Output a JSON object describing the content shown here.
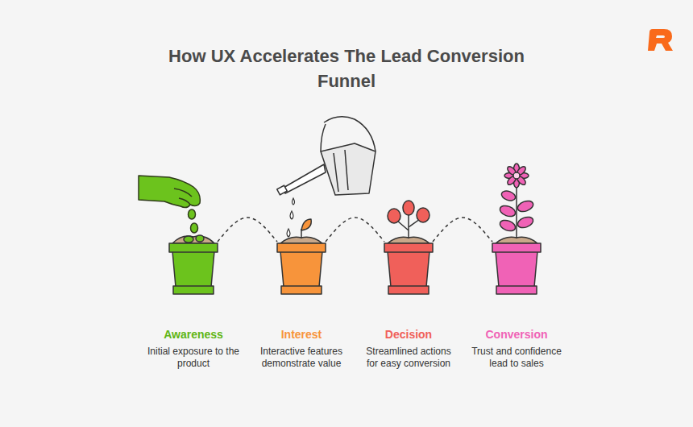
{
  "diagram": {
    "title": "How UX Accelerates The Lead Conversion Funnel",
    "nodes": [
      {
        "text": [
          "Awareness",
          "Initial exposure to the product"
        ]
      },
      {
        "text": [
          "Interest",
          "Interactive features demonstrate value"
        ]
      },
      {
        "text": [
          "Decision",
          "Streamlined actions for easy conversion"
        ]
      },
      {
        "text": [
          "Conversion",
          "Trust and confidence lead to sales"
        ]
      }
    ],
    "edges": [
      {
        "from": 0,
        "to": 1,
        "arrow": "none"
      },
      {
        "from": 1,
        "to": 2,
        "arrow": "none"
      },
      {
        "from": 2,
        "to": 3,
        "arrow": "none"
      }
    ]
  }
}
